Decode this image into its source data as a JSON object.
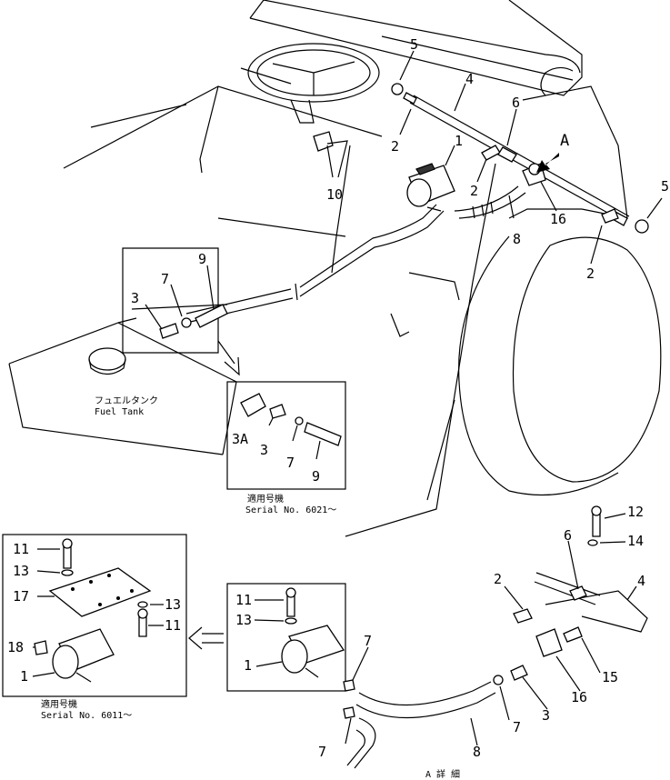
{
  "labels": {
    "p1a": "1",
    "p2a": "2",
    "p2b": "2",
    "p2c": "2",
    "p4a": "4",
    "p5a": "5",
    "p5b": "5",
    "p6a": "6",
    "p8a": "8",
    "p10": "10",
    "p16a": "16",
    "pA": "A",
    "p3a": "3",
    "p7a": "7",
    "p9a": "9",
    "p3A": "3A",
    "p3b": "3",
    "p7b": "7",
    "p9b": "9",
    "p11a": "11",
    "p13a": "13",
    "p17": "17",
    "p13b": "13",
    "p11b": "11",
    "p18": "18",
    "p1b": "1",
    "p11c": "11",
    "p13c": "13",
    "p1c": "1",
    "p7c": "7",
    "p7d": "7",
    "p7e": "7",
    "p8b": "8",
    "p3c": "3",
    "p16b": "16",
    "p15": "15",
    "p2d": "2",
    "p6b": "6",
    "p4b": "4",
    "p12": "12",
    "p14": "14"
  },
  "captions": {
    "fuel_tank_jp": "フュエルタンク",
    "fuel_tank_en": "Fuel Tank",
    "serial_6021_jp": "適用号機",
    "serial_6021_en": "Serial No. 6021～",
    "serial_6011_jp": "適用号機",
    "serial_6011_en": "Serial No. 6011～",
    "view_a": "A 詳 細"
  }
}
